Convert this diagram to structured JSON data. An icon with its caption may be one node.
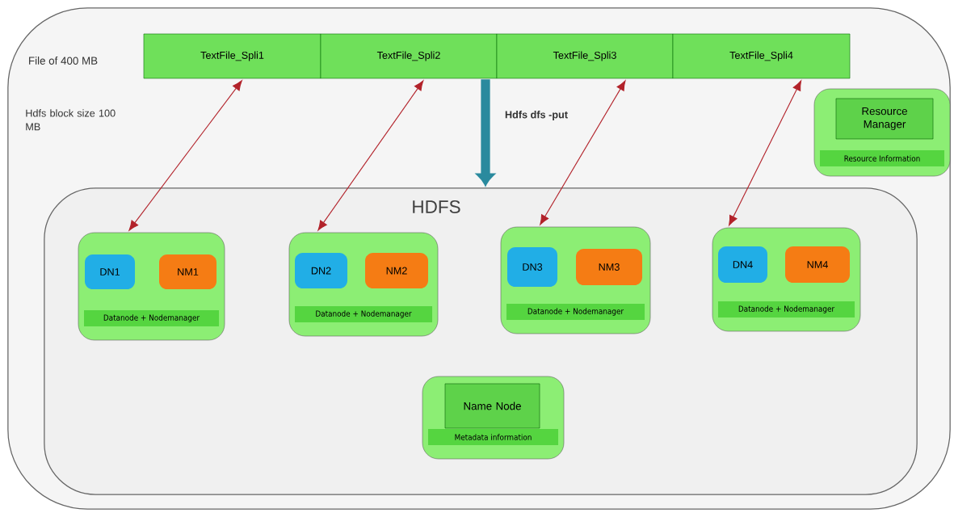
{
  "diagram": {
    "nodes": [
      {
        "text": [
          "File of 400 MB",
          "Hdfs block size 100 MB"
        ]
      },
      {
        "text": [
          "TextFile_Spli1"
        ],
        "in": 0
      },
      {
        "text": [
          "TextFile_Spli2"
        ],
        "in": 0
      },
      {
        "text": [
          "TextFile_Spli3"
        ],
        "in": 0
      },
      {
        "text": [
          "TextFile_Spli4"
        ],
        "in": 0
      },
      {
        "text": [
          "Resource Information"
        ],
        "in": 0
      },
      {
        "text": [
          "Resource Manager"
        ],
        "in": 5
      },
      {
        "text": [
          "HDFS"
        ],
        "in": 0
      },
      {
        "text": [
          "Datanode + Nodemanager"
        ],
        "in": 7
      },
      {
        "text": [
          "DN1"
        ],
        "in": 8
      },
      {
        "text": [
          "NM1"
        ],
        "in": 8
      },
      {
        "text": [
          "Datanode + Nodemanager"
        ],
        "in": 7
      },
      {
        "text": [
          "DN2"
        ],
        "in": 11
      },
      {
        "text": [
          "NM2"
        ],
        "in": 11
      },
      {
        "text": [
          "Datanode + Nodemanager"
        ],
        "in": 7
      },
      {
        "text": [
          "DN3"
        ],
        "in": 14
      },
      {
        "text": [
          "NM3"
        ],
        "in": 14
      },
      {
        "text": [
          "Datanode + Nodemanager"
        ],
        "in": 7
      },
      {
        "text": [
          "DN4"
        ],
        "in": 17
      },
      {
        "text": [
          "NM4"
        ],
        "in": 17
      },
      {
        "text": [
          "Metadata information"
        ],
        "in": 7
      },
      {
        "text": [
          "Name Node"
        ],
        "in": 20
      }
    ],
    "edges": [
      {
        "from": 1,
        "to": 8,
        "arrow": "both"
      },
      {
        "from": 2,
        "to": 11,
        "arrow": "both"
      },
      {
        "from": 3,
        "to": 14,
        "arrow": "both"
      },
      {
        "from": 4,
        "to": 17,
        "arrow": "both"
      },
      {
        "from": 2,
        "to": 7,
        "arrow": "to",
        "label": "Hdfs dfs -put",
        "style": "thick",
        "color": "#2a8a9e"
      }
    ]
  }
}
